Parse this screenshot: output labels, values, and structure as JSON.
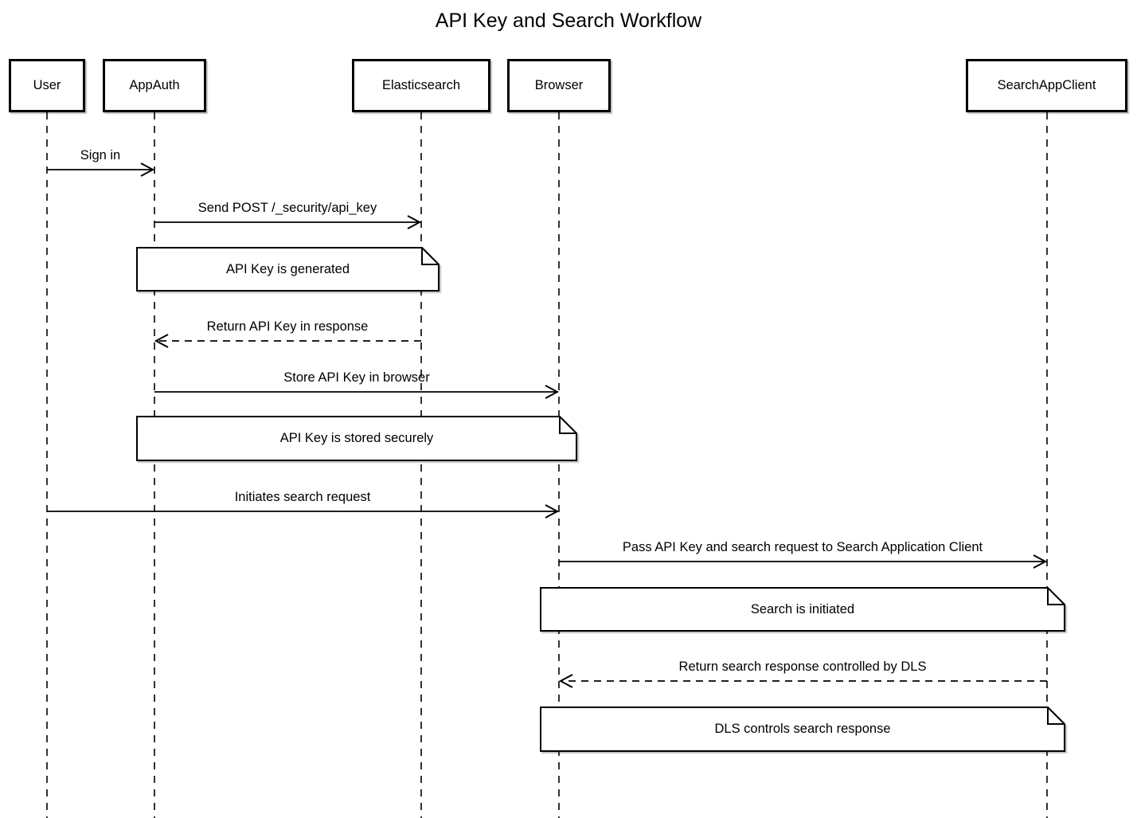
{
  "title": "API Key and Search Workflow",
  "colors": {
    "line": "#000000",
    "background": "#ffffff",
    "note_fill": "#ffffff"
  },
  "actors": [
    {
      "label": "User"
    },
    {
      "label": "AppAuth"
    },
    {
      "label": "Elasticsearch"
    },
    {
      "label": "Browser"
    },
    {
      "label": "SearchAppClient"
    }
  ],
  "messages": [
    {
      "label": "Sign in",
      "from": "User",
      "to": "AppAuth",
      "line": "solid"
    },
    {
      "label": "Send POST /_security/api_key",
      "from": "AppAuth",
      "to": "Elasticsearch",
      "line": "solid"
    },
    {
      "label": "Return API Key in response",
      "from": "Elasticsearch",
      "to": "AppAuth",
      "line": "dashed"
    },
    {
      "label": "Store API Key in browser",
      "from": "AppAuth",
      "to": "Browser",
      "line": "solid"
    },
    {
      "label": "Initiates search request",
      "from": "User",
      "to": "Browser",
      "line": "solid"
    },
    {
      "label": "Pass API Key and search request to Search Application Client",
      "from": "Browser",
      "to": "SearchAppClient",
      "line": "solid"
    },
    {
      "label": "Return search response controlled by DLS",
      "from": "SearchAppClient",
      "to": "Browser",
      "line": "dashed"
    }
  ],
  "notes": [
    {
      "label": "API Key is generated",
      "over": "AppAuth, Elasticsearch"
    },
    {
      "label": "API Key is stored securely",
      "over": "AppAuth, Browser"
    },
    {
      "label": "Search is initiated",
      "over": "Browser, SearchAppClient"
    },
    {
      "label": "DLS controls search response",
      "over": "Browser, SearchAppClient"
    }
  ]
}
